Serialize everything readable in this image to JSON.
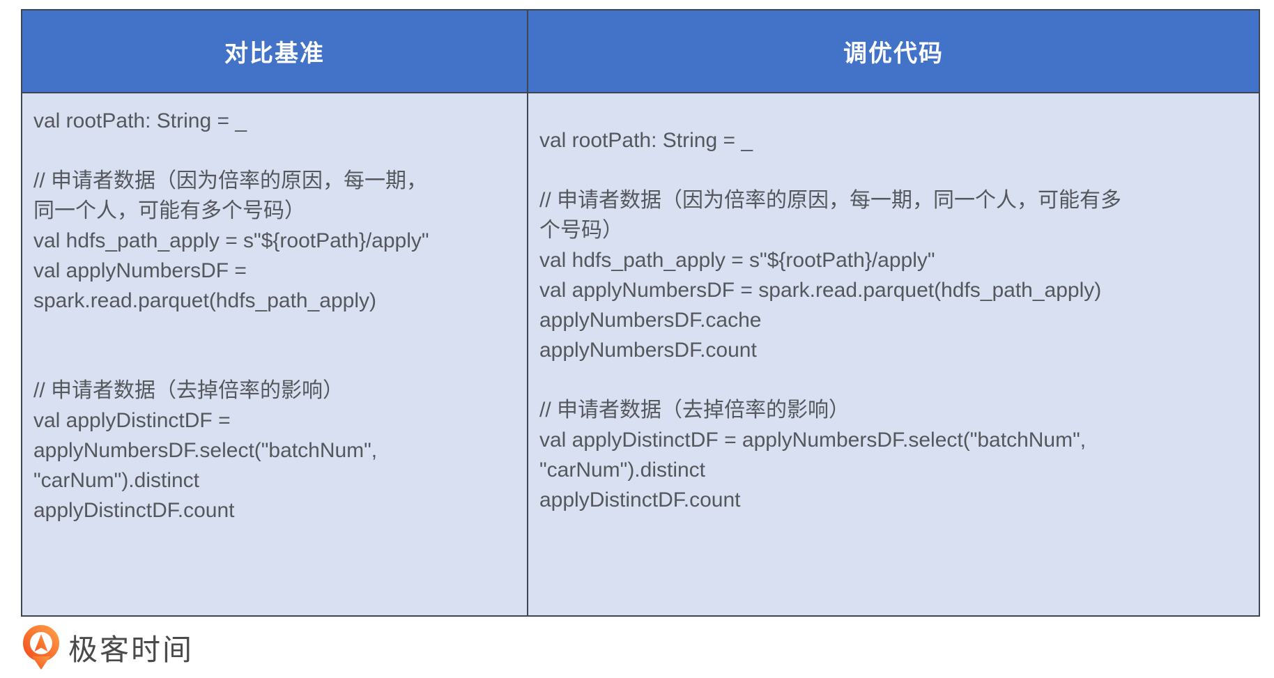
{
  "colors": {
    "header_bg": "#4273C8",
    "header_text": "#FFFFFF",
    "body_bg": "#D9E0F2",
    "border": "#3D4652",
    "code_text": "#54575C",
    "logo_orange": "#F96E22",
    "logo_orange_light": "#FF9A45",
    "logo_text_color": "#4A4A4A"
  },
  "table": {
    "columns": [
      {
        "header": "对比基准",
        "code_lines": [
          "val rootPath: String = _",
          "",
          "// 申请者数据（因为倍率的原因，每一期，",
          "同一个人，可能有多个号码）",
          "val hdfs_path_apply = s\"${rootPath}/apply\"",
          "val applyNumbersDF =",
          "spark.read.parquet(hdfs_path_apply)",
          "",
          "",
          "// 申请者数据（去掉倍率的影响）",
          "val applyDistinctDF =",
          "applyNumbersDF.select(\"batchNum\",",
          "\"carNum\").distinct",
          "applyDistinctDF.count"
        ]
      },
      {
        "header": "调优代码",
        "code_lines": [
          "val rootPath: String = _",
          "",
          "// 申请者数据（因为倍率的原因，每一期，同一个人，可能有多",
          "个号码）",
          "val hdfs_path_apply = s\"${rootPath}/apply\"",
          "val applyNumbersDF = spark.read.parquet(hdfs_path_apply)",
          "applyNumbersDF.cache",
          "applyNumbersDF.count",
          "",
          "// 申请者数据（去掉倍率的影响）",
          "val applyDistinctDF = applyNumbersDF.select(\"batchNum\",",
          "\"carNum\").distinct",
          "applyDistinctDF.count"
        ]
      }
    ]
  },
  "footer": {
    "logo_text": "极客时间"
  }
}
